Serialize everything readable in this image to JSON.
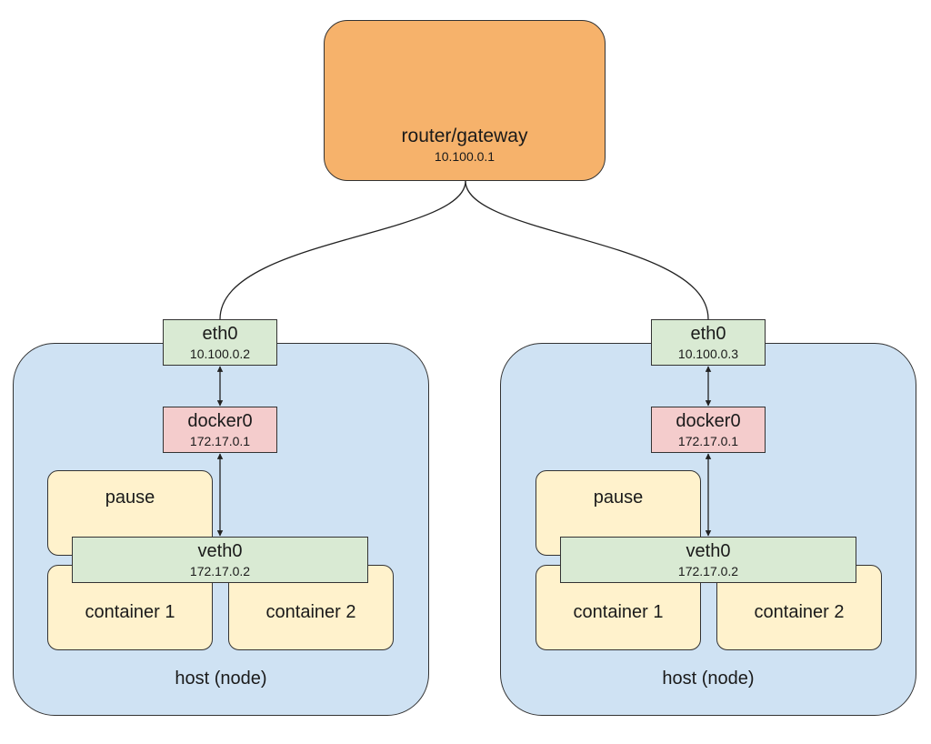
{
  "router": {
    "name": "router/gateway",
    "ip": "10.100.0.1"
  },
  "hosts": [
    {
      "label": "host (node)",
      "eth0": {
        "name": "eth0",
        "ip": "10.100.0.2"
      },
      "docker0": {
        "name": "docker0",
        "ip": "172.17.0.1"
      },
      "pause": "pause",
      "veth0": {
        "name": "veth0",
        "ip": "172.17.0.2"
      },
      "containers": [
        "container 1",
        "container 2"
      ]
    },
    {
      "label": "host (node)",
      "eth0": {
        "name": "eth0",
        "ip": "10.100.0.3"
      },
      "docker0": {
        "name": "docker0",
        "ip": "172.17.0.1"
      },
      "pause": "pause",
      "veth0": {
        "name": "veth0",
        "ip": "172.17.0.2"
      },
      "containers": [
        "container 1",
        "container 2"
      ]
    }
  ],
  "colors": {
    "router": "#f6b26b",
    "host": "#cfe2f3",
    "interface_green": "#d9ead3",
    "docker_bridge": "#f4cccc",
    "container": "#fff2cc",
    "stroke": "#333333"
  }
}
